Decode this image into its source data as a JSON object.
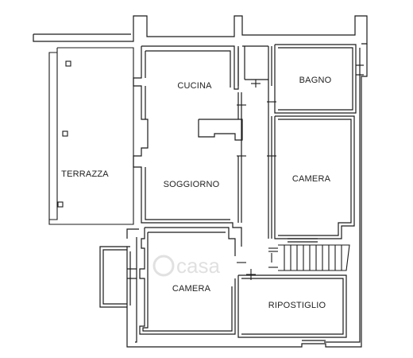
{
  "rooms": {
    "terrazza": "TERRAZZA",
    "cucina": "CUCINA",
    "bagno": "BAGNO",
    "soggiorno": "SOGGIORNO",
    "camera_right": "CAMERA",
    "camera_bottom": "CAMERA",
    "ripostiglio": "RIPOSTIGLIO"
  },
  "watermark": "casa",
  "colors": {
    "wall": "#1a1a1a",
    "background": "#ffffff",
    "watermark": "#c8c8c8"
  }
}
